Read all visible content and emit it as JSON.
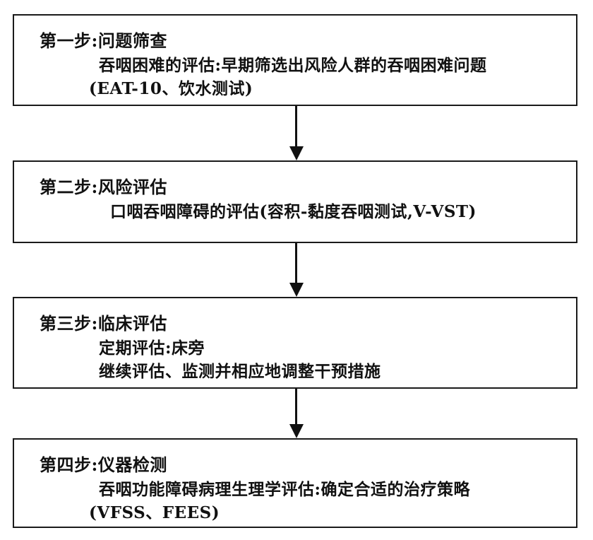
{
  "steps": [
    {
      "title": "第一步:问题筛查",
      "lines": [
        "吞咽困难的评估:早期筛选出风险人群的吞咽困难问题",
        "(EAT-10、饮水测试)"
      ]
    },
    {
      "title": "第二步:风险评估",
      "lines": [
        "口咽吞咽障碍的评估(容积-黏度吞咽测试,V-VST)"
      ]
    },
    {
      "title": "第三步:临床评估",
      "lines": [
        "定期评估:床旁",
        "继续评估、监测并相应地调整干预措施"
      ]
    },
    {
      "title": "第四步:仪器检测",
      "lines": [
        "吞咽功能障碍病理生理学评估:确定合适的治疗策略",
        "(VFSS、FEES)"
      ]
    }
  ]
}
